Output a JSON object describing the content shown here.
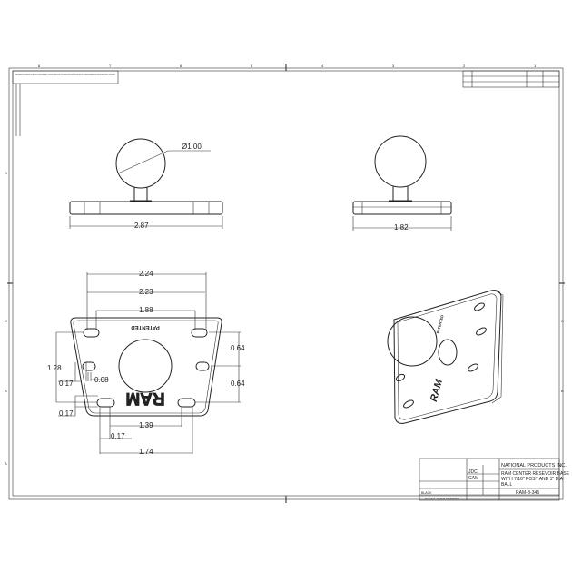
{
  "zones_top": [
    "8",
    "7",
    "6",
    "5",
    "4",
    "3",
    "2",
    "1"
  ],
  "zones_side": [
    "D",
    "C",
    "B",
    "A"
  ],
  "note": "THE INFORMATION CONTAINED IN THIS DRAWING IS THE SOLE PROPERTY OF NATIONAL PRODUCTS INC. ANY REPRODUCTION IN PART OR WHOLE WITHOUT THE WRITTEN PERMISSION OF NATIONAL PRODUCTS INC. IS PROHIBITED.",
  "dimensions": {
    "ball_dia": "Ø1.00",
    "front_width": "2.87",
    "side_width": "1.82",
    "top_224": "2.24",
    "top_223": "2.23",
    "top_188": "1.88",
    "right_064_a": "0.64",
    "right_064_b": "0.64",
    "left_128": "1.28",
    "left_017_a": "0.17",
    "left_008": "0.08",
    "left_017_b": "0.17",
    "bottom_139": "1.39",
    "bottom_017": "0.17",
    "bottom_174": "1.74"
  },
  "part_text": {
    "patented": "PATENTED",
    "ram": "RAM"
  },
  "title_block": {
    "company": "NATIONAL PRODUCTS INC.",
    "title_lines": [
      "RAM CENTER RESEVOIR BASE",
      "WITH 7/16\" POST AND 1\" DIA",
      "BALL"
    ],
    "part_number": "RAM-B-345",
    "drawn": "JDC",
    "checked": "CAM",
    "finish": "BLACK",
    "scale_note": "DO NOT SCALE DRAWING"
  }
}
